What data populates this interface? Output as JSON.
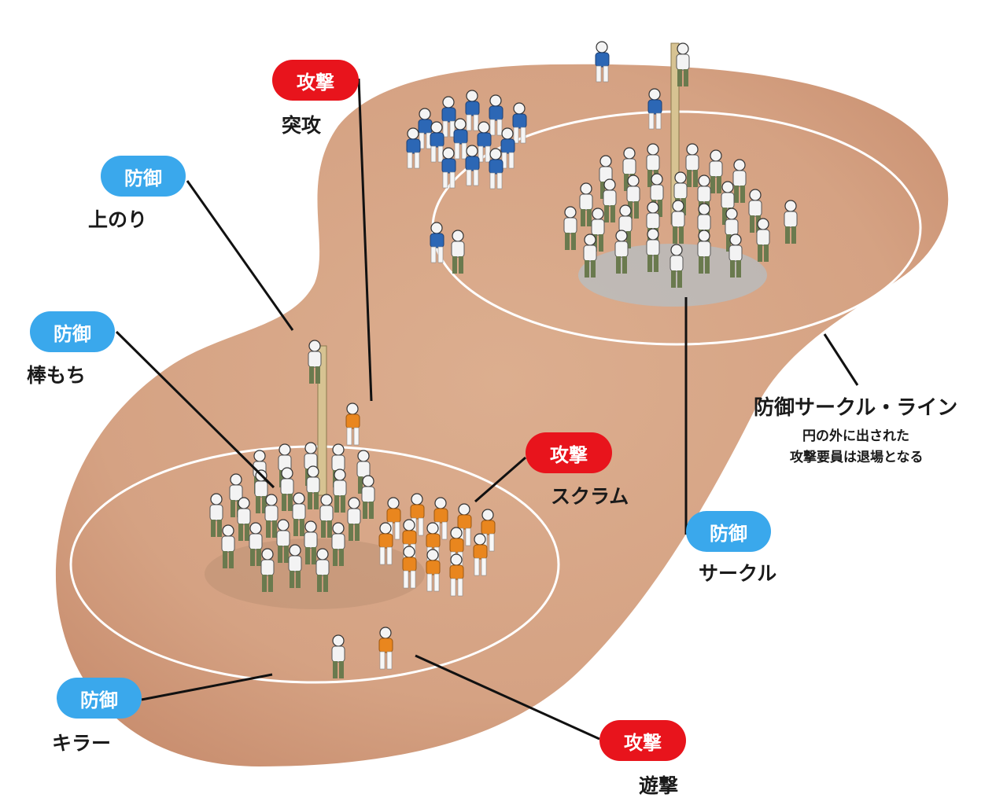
{
  "labels": {
    "top_attack": {
      "tag": "攻撃",
      "role": "突攻"
    },
    "top_defense": {
      "tag": "防御",
      "role": "上のり"
    },
    "mid_defense": {
      "tag": "防御",
      "role": "棒もち"
    },
    "scrum_attack": {
      "tag": "攻撃",
      "role": "スクラム"
    },
    "circle_defense": {
      "tag": "防御",
      "role": "サークル"
    },
    "killer_defense": {
      "tag": "防御",
      "role": "キラー"
    },
    "roam_attack": {
      "tag": "攻撃",
      "role": "遊撃"
    },
    "circle_line": {
      "title": "防御サークル・ライン",
      "note_line1": "円の外に出された",
      "note_line2": "攻撃要員は退場となる"
    }
  },
  "colors": {
    "defense_tag": "#3aa8ec",
    "attack_tag": "#e8141c",
    "field": "#d9a988",
    "attack_team_a": "#2c67b5",
    "attack_team_b": "#e9861e",
    "defense_team_shirt": "#f3f3f3",
    "defense_team_pants": "#6a7a4e"
  }
}
